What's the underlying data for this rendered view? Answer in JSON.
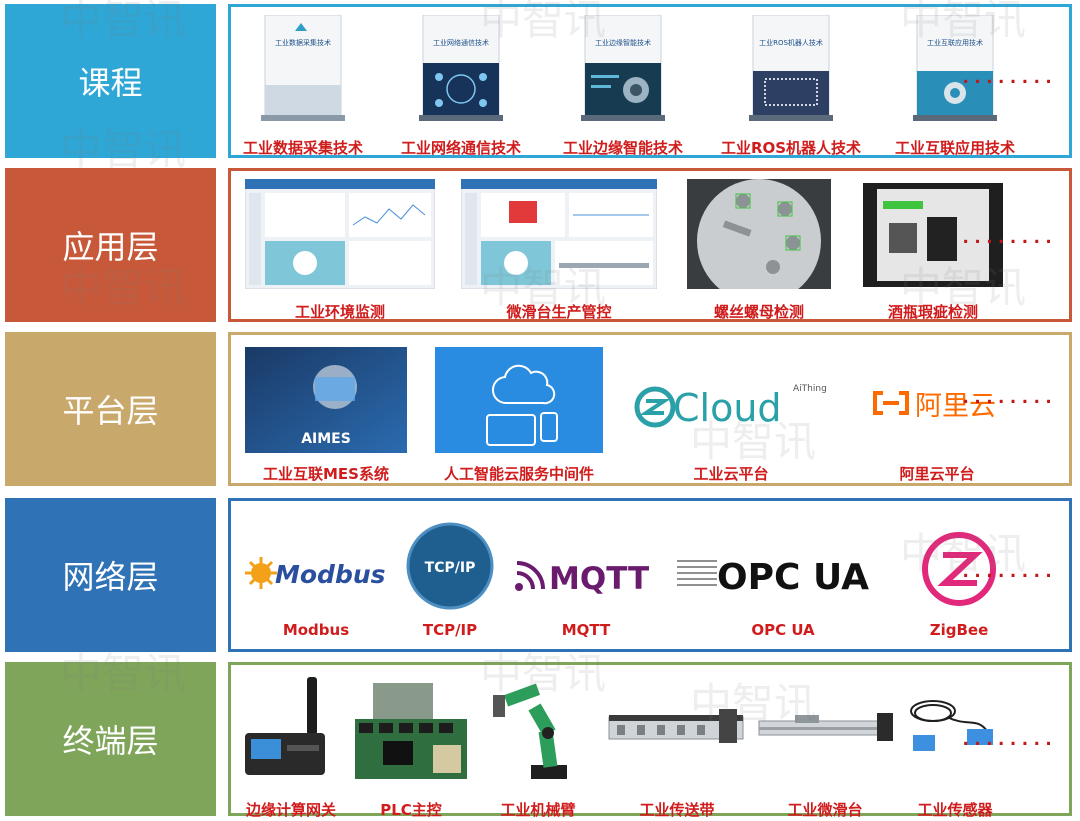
{
  "colors": {
    "course": "#2fa7d6",
    "app": "#c7593a",
    "platform": "#c9a86b",
    "network": "#2f72b5",
    "terminal": "#7fa55a"
  },
  "layers": [
    {
      "label": "课程",
      "items": [
        {
          "caption": "工业数据采集技术",
          "book_title": "工业数据采集技术"
        },
        {
          "caption": "工业网络通信技术",
          "book_title": "工业网络通信技术"
        },
        {
          "caption": "工业边缘智能技术",
          "book_title": "工业边缘智能技术"
        },
        {
          "caption": "工业ROS机器人技术",
          "book_title": "工业ROS机器人技术"
        },
        {
          "caption": "工业互联应用技术",
          "book_title": "工业互联应用技术"
        }
      ],
      "more": "........"
    },
    {
      "label": "应用层",
      "items": [
        {
          "caption": "工业环境监测"
        },
        {
          "caption": "微滑台生产管控"
        },
        {
          "caption": "螺丝螺母检测"
        },
        {
          "caption": "酒瓶瑕疵检测"
        }
      ],
      "more": "........"
    },
    {
      "label": "平台层",
      "items": [
        {
          "caption": "工业互联MES系统",
          "logo_text": "AIMES"
        },
        {
          "caption": "人工智能云服务中间件"
        },
        {
          "caption": "工业云平台",
          "logo_text": "Cloud",
          "logo_sup": "AiThing"
        },
        {
          "caption": "阿里云平台",
          "logo_text": "阿里云"
        }
      ],
      "more": "........"
    },
    {
      "label": "网络层",
      "items": [
        {
          "caption": "Modbus",
          "logo_text": "Modbus"
        },
        {
          "caption": "TCP/IP",
          "logo_text": "TCP/IP"
        },
        {
          "caption": "MQTT",
          "logo_text": "MQTT"
        },
        {
          "caption": "OPC UA",
          "logo_text": "OPC UA"
        },
        {
          "caption": "ZigBee"
        }
      ],
      "more": "........"
    },
    {
      "label": "终端层",
      "items": [
        {
          "caption": "边缘计算网关"
        },
        {
          "caption": "PLC主控"
        },
        {
          "caption": "工业机械臂"
        },
        {
          "caption": "工业传送带"
        },
        {
          "caption": "工业微滑台"
        },
        {
          "caption": "工业传感器"
        }
      ],
      "more": "........"
    }
  ],
  "watermark": "中智讯"
}
